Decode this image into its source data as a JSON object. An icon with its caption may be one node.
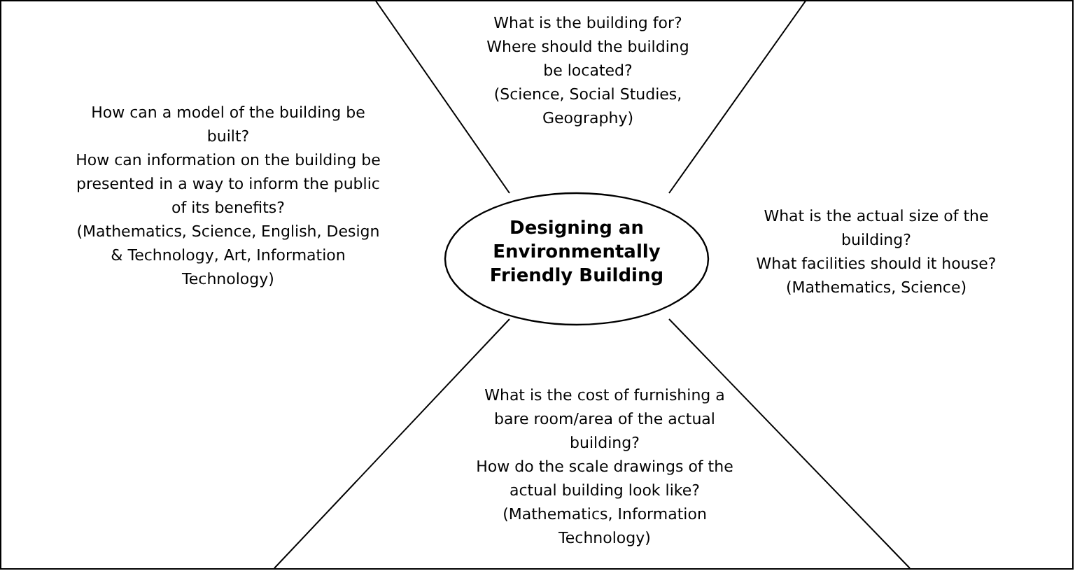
{
  "diagram": {
    "nodes": [
      {
        "text": [
          "Designing an Environmentally Friendly Building"
        ]
      }
    ],
    "labels": [
      "What is the building for?",
      "Where should the building be located?",
      "(Science, Social Studies, Geography)",
      "How can a model of the building be built?",
      "How can information on the building be presented in a way to inform the public of its benefits?",
      "(Mathematics, Science, English, Design & Technology, Art, Information Technology)",
      "What is the actual size of the building?",
      "What facilities should it house?",
      "(Mathematics, Science)",
      "What is the cost of furnishing a bare room/area of the actual building?",
      "How do the scale drawings of the actual building look like?",
      "(Mathematics, Information Technology)"
    ]
  }
}
